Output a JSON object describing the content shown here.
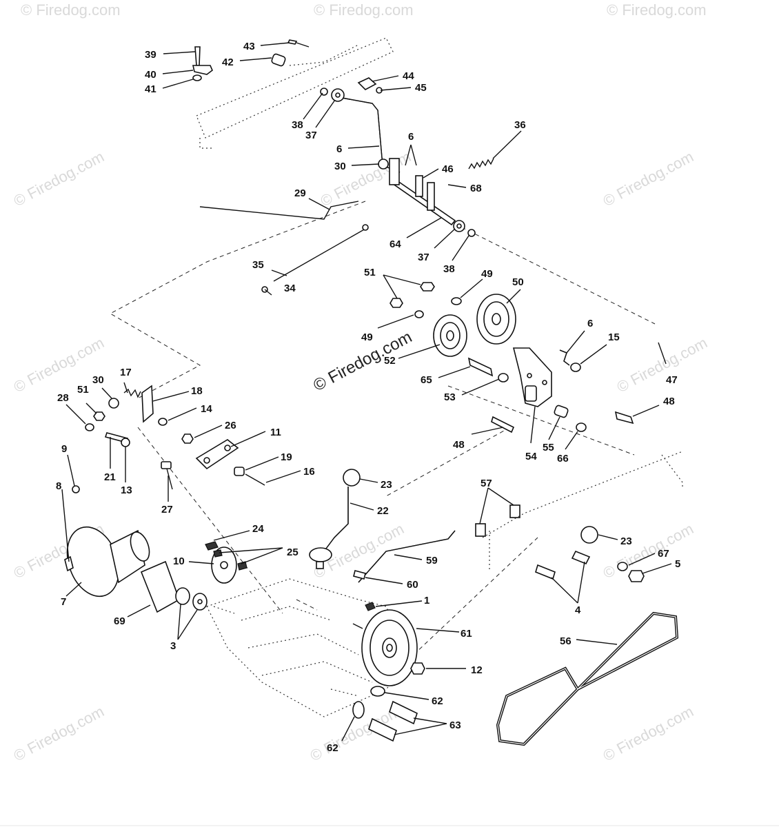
{
  "watermark": {
    "text": "© Firedog.com",
    "center_text": "© Firedog.com"
  },
  "part_labels": [
    {
      "id": "39",
      "text": "39"
    },
    {
      "id": "43",
      "text": "43"
    },
    {
      "id": "42",
      "text": "42"
    },
    {
      "id": "40",
      "text": "40"
    },
    {
      "id": "41",
      "text": "41"
    },
    {
      "id": "44",
      "text": "44"
    },
    {
      "id": "45",
      "text": "45"
    },
    {
      "id": "38a",
      "text": "38"
    },
    {
      "id": "37a",
      "text": "37"
    },
    {
      "id": "36",
      "text": "36"
    },
    {
      "id": "6a",
      "text": "6"
    },
    {
      "id": "6b",
      "text": "6"
    },
    {
      "id": "30a",
      "text": "30"
    },
    {
      "id": "46",
      "text": "46"
    },
    {
      "id": "68",
      "text": "68"
    },
    {
      "id": "29",
      "text": "29"
    },
    {
      "id": "64",
      "text": "64"
    },
    {
      "id": "37b",
      "text": "37"
    },
    {
      "id": "38b",
      "text": "38"
    },
    {
      "id": "35",
      "text": "35"
    },
    {
      "id": "34",
      "text": "34"
    },
    {
      "id": "51a",
      "text": "51"
    },
    {
      "id": "49a",
      "text": "49"
    },
    {
      "id": "50",
      "text": "50"
    },
    {
      "id": "49b",
      "text": "49"
    },
    {
      "id": "52",
      "text": "52"
    },
    {
      "id": "6c",
      "text": "6"
    },
    {
      "id": "15",
      "text": "15"
    },
    {
      "id": "47",
      "text": "47"
    },
    {
      "id": "65",
      "text": "65"
    },
    {
      "id": "53",
      "text": "53"
    },
    {
      "id": "48a",
      "text": "48"
    },
    {
      "id": "48b",
      "text": "48"
    },
    {
      "id": "54",
      "text": "54"
    },
    {
      "id": "55",
      "text": "55"
    },
    {
      "id": "66",
      "text": "66"
    },
    {
      "id": "17",
      "text": "17"
    },
    {
      "id": "30b",
      "text": "30"
    },
    {
      "id": "51b",
      "text": "51"
    },
    {
      "id": "28",
      "text": "28"
    },
    {
      "id": "18",
      "text": "18"
    },
    {
      "id": "14",
      "text": "14"
    },
    {
      "id": "26",
      "text": "26"
    },
    {
      "id": "11",
      "text": "11"
    },
    {
      "id": "21",
      "text": "21"
    },
    {
      "id": "13",
      "text": "13"
    },
    {
      "id": "19",
      "text": "19"
    },
    {
      "id": "16",
      "text": "16"
    },
    {
      "id": "9",
      "text": "9"
    },
    {
      "id": "8",
      "text": "8"
    },
    {
      "id": "27",
      "text": "27"
    },
    {
      "id": "23a",
      "text": "23"
    },
    {
      "id": "22",
      "text": "22"
    },
    {
      "id": "57",
      "text": "57"
    },
    {
      "id": "24",
      "text": "24"
    },
    {
      "id": "25",
      "text": "25"
    },
    {
      "id": "10",
      "text": "10"
    },
    {
      "id": "23b",
      "text": "23"
    },
    {
      "id": "67",
      "text": "67"
    },
    {
      "id": "5",
      "text": "5"
    },
    {
      "id": "59",
      "text": "59"
    },
    {
      "id": "7",
      "text": "7"
    },
    {
      "id": "60",
      "text": "60"
    },
    {
      "id": "4",
      "text": "4"
    },
    {
      "id": "69",
      "text": "69"
    },
    {
      "id": "1",
      "text": "1"
    },
    {
      "id": "3",
      "text": "3"
    },
    {
      "id": "61",
      "text": "61"
    },
    {
      "id": "56",
      "text": "56"
    },
    {
      "id": "12",
      "text": "12"
    },
    {
      "id": "62a",
      "text": "62"
    },
    {
      "id": "63",
      "text": "63"
    },
    {
      "id": "62b",
      "text": "62"
    }
  ]
}
